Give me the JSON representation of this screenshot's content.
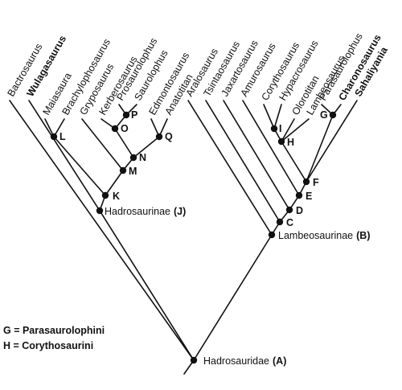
{
  "taxa": [
    {
      "id": "bactrosaurus",
      "label": "Bactrosaurus",
      "bold": false
    },
    {
      "id": "wulagasaurus",
      "label": "Wulagasaurus",
      "bold": true
    },
    {
      "id": "maiasaura",
      "label": "Maiasaura",
      "bold": false
    },
    {
      "id": "brachylophosaurus",
      "label": "Brachylophosaurus",
      "bold": false
    },
    {
      "id": "gryposaurus",
      "label": "Gryposaurus",
      "bold": false
    },
    {
      "id": "kerberosaurus",
      "label": "Kerberosaurus",
      "bold": false
    },
    {
      "id": "prosaurolophus",
      "label": "Prosaurolophus",
      "bold": false
    },
    {
      "id": "saurolophus",
      "label": "Saurolophus",
      "bold": false
    },
    {
      "id": "edmontosaurus",
      "label": "Edmontosaurus",
      "bold": false
    },
    {
      "id": "anatotitan",
      "label": "Anatotitan",
      "bold": false
    },
    {
      "id": "aralosaurus",
      "label": "Aralosaurus",
      "bold": false
    },
    {
      "id": "tsintaosaurus",
      "label": "Tsintaosaurus",
      "bold": false
    },
    {
      "id": "jaxartosaurus",
      "label": "Jaxartosaurus",
      "bold": false
    },
    {
      "id": "amurosaurus",
      "label": "Amurosaurus",
      "bold": false
    },
    {
      "id": "corythosaurus",
      "label": "Corythosaurus",
      "bold": false
    },
    {
      "id": "hypacrosaurus",
      "label": "Hypacrosaurus",
      "bold": false
    },
    {
      "id": "olorotitan",
      "label": "Olorotitan",
      "bold": false
    },
    {
      "id": "lambeosaurus",
      "label": "Lambeosaurus",
      "bold": false
    },
    {
      "id": "parasaurolophus",
      "label": "Parasaurolophus",
      "bold": false
    },
    {
      "id": "charonosaurus",
      "label": "Charonosaurus",
      "bold": true
    },
    {
      "id": "sahaliyania",
      "label": "Sahaliyania",
      "bold": true
    }
  ],
  "node_letters": [
    "L",
    "P",
    "O",
    "Q",
    "N",
    "M",
    "K",
    "I",
    "H",
    "G",
    "F",
    "E",
    "D",
    "C"
  ],
  "clades": [
    {
      "id": "hadrosauridae",
      "name": "Hadrosauridae",
      "code": "(A)"
    },
    {
      "id": "hadrosaurinae",
      "name": "Hadrosaurinae",
      "code": "(J)"
    },
    {
      "id": "lambeosaurinae",
      "name": "Lambeosaurinae",
      "code": "(B)"
    }
  ],
  "legend": [
    {
      "key": "G",
      "text": "G = Parasaurolophini"
    },
    {
      "key": "H",
      "text": "H = Corythosaurini"
    }
  ]
}
